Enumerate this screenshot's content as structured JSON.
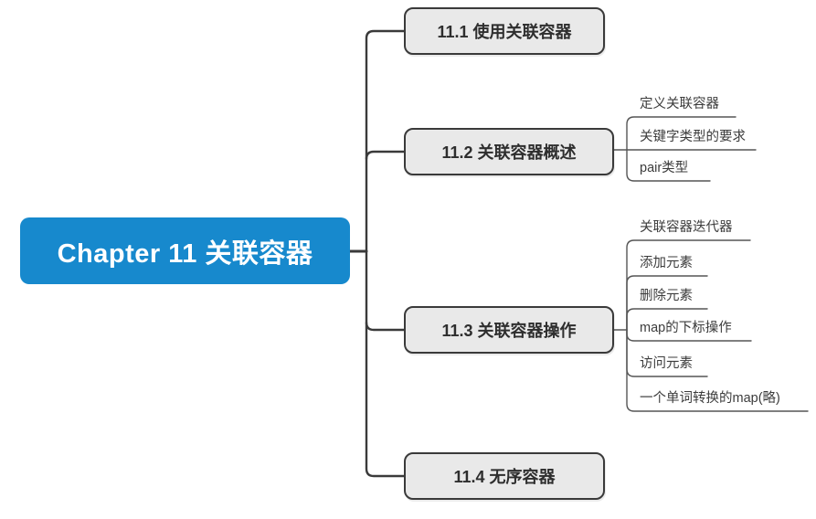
{
  "root": {
    "label": "Chapter 11 关联容器"
  },
  "topics": [
    {
      "label": "11.1 使用关联容器",
      "children": []
    },
    {
      "label": "11.2 关联容器概述",
      "children": [
        {
          "label": "定义关联容器"
        },
        {
          "label": "关键字类型的要求"
        },
        {
          "label": "pair类型"
        }
      ]
    },
    {
      "label": "11.3 关联容器操作",
      "children": [
        {
          "label": "关联容器迭代器"
        },
        {
          "label": "添加元素"
        },
        {
          "label": "删除元素"
        },
        {
          "label": "map的下标操作"
        },
        {
          "label": "访问元素"
        },
        {
          "label": "一个单词转换的map(略)"
        }
      ]
    },
    {
      "label": "11.4 无序容器",
      "children": []
    }
  ],
  "colors": {
    "root_bg": "#1789cd",
    "root_text": "#ffffff",
    "topic_bg": "#e9e9e9",
    "topic_border": "#3a3a3a",
    "main_line": "#3a3a3a",
    "sub_line": "#555555",
    "subtopic_text": "#3c3c3c",
    "background": "#ffffff"
  }
}
